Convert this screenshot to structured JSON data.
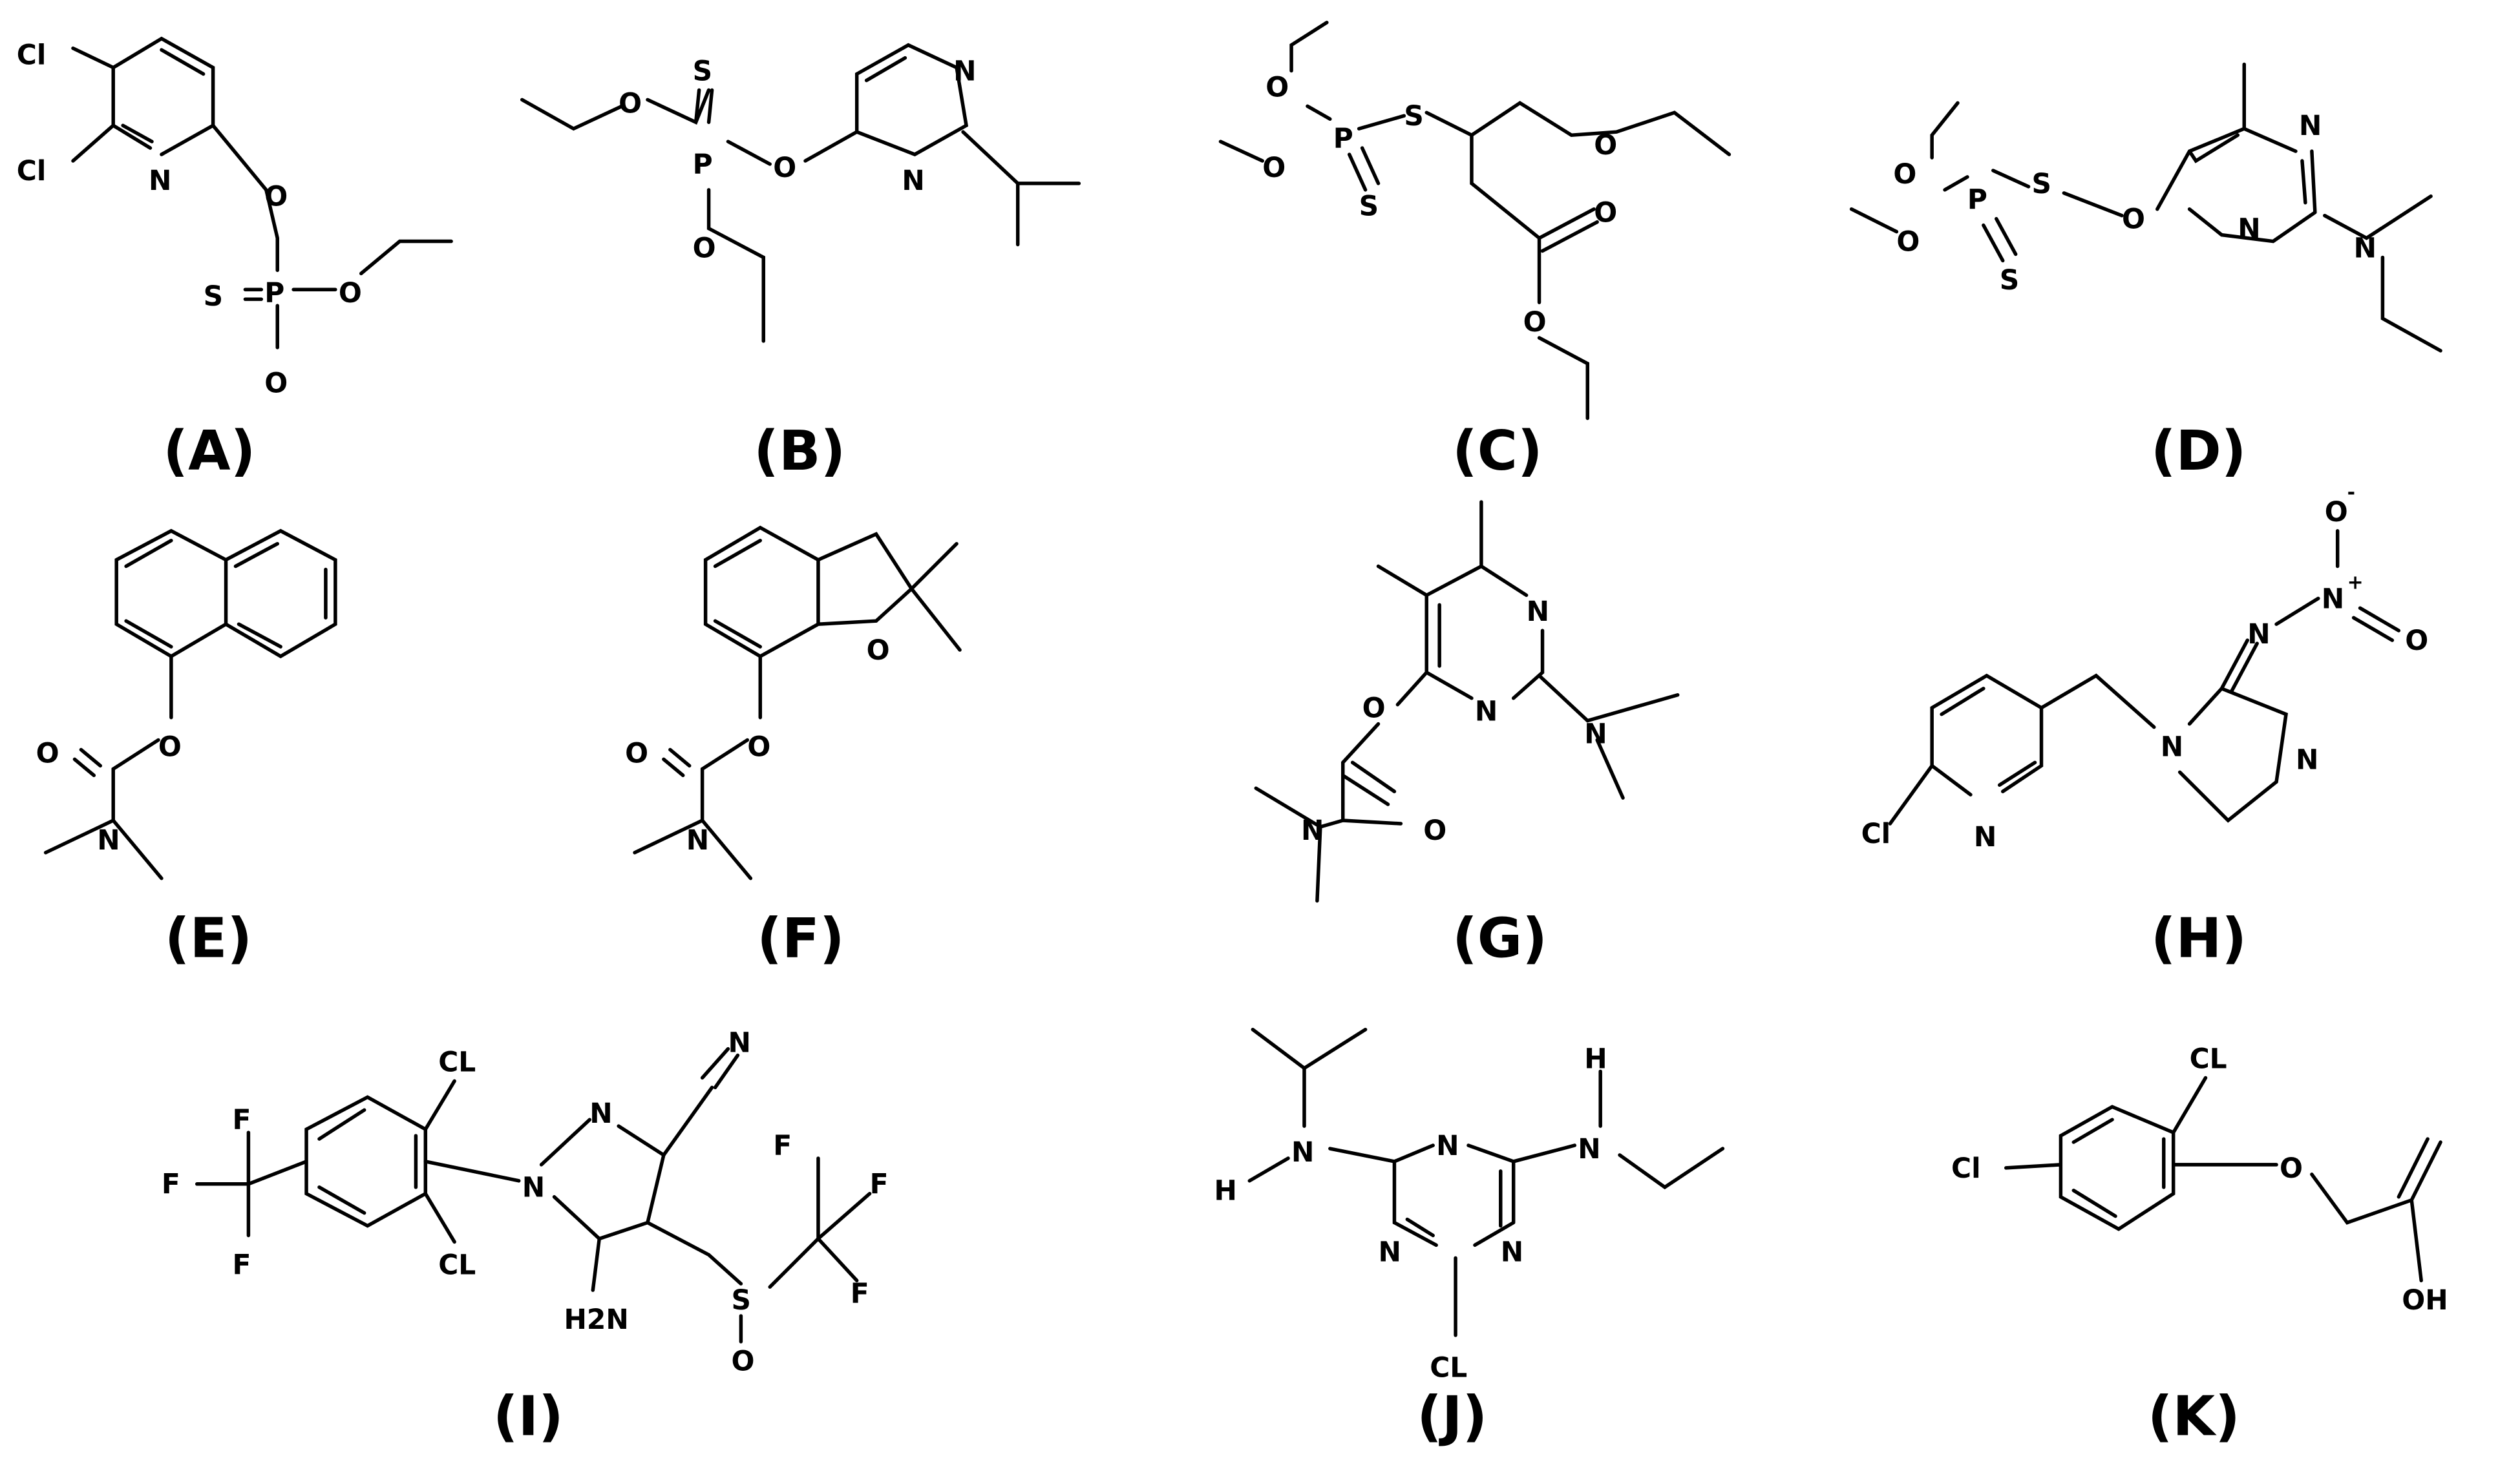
{
  "panel_labels": [
    "(A)",
    "(B)",
    "(C)",
    "(D)",
    "(E)",
    "(F)",
    "(G)",
    "(H)",
    "(I)",
    "(J)",
    "(K)"
  ],
  "atoms": {
    "Cl": "Cl",
    "CL": "CL",
    "N": "N",
    "O": "O",
    "S": "S",
    "P": "P",
    "F": "F",
    "H": "H",
    "H2N": "H2N",
    "OH": "OH",
    "O_minus": "-",
    "N_plus": "+"
  }
}
